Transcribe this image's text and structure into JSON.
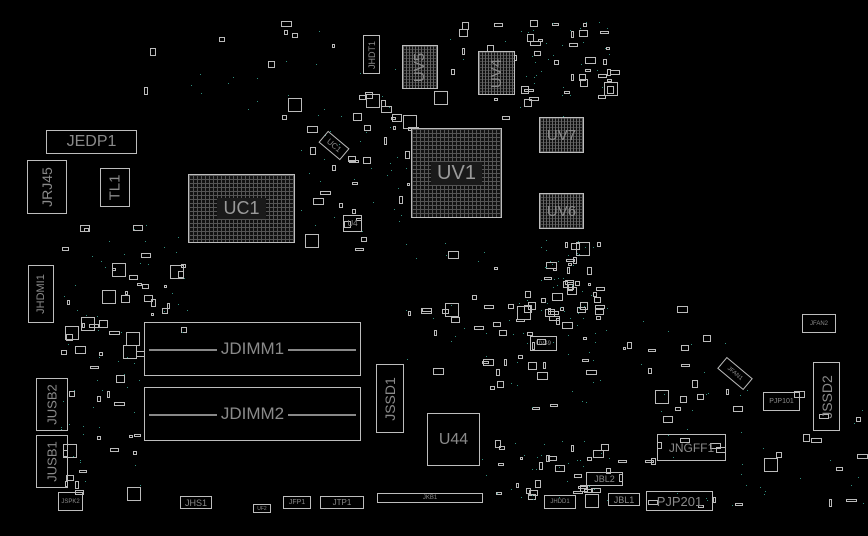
{
  "board": {
    "background": "#000000",
    "outline_color": "#bdbdbd",
    "components": {
      "jedp1": "JEDP1",
      "jrj45": "JRJ45",
      "tl1": "TL1",
      "uc1": "UC1",
      "uc1_small": "UC1",
      "jhdt1": "JHDT1",
      "uv5": "UV5",
      "uv4": "UV4",
      "uv1": "UV1",
      "uv7": "UV7",
      "uv6": "UV6",
      "u4": "U4",
      "jhdmi1": "JHDMI1",
      "jdimm1": "JDIMM1",
      "jdimm2": "JDIMM2",
      "jusb2": "JUSB2",
      "jusb1": "JUSB1",
      "jspk2": "JSPK2",
      "jhs1": "JHS1",
      "uf2": "UF2",
      "jfp1": "JFP1",
      "jtp1": "JTP1",
      "jssd1": "JSSD1",
      "u44": "U44",
      "jkb1": "JKB1",
      "jhdd1": "JHDD1",
      "jbl2": "JBL2",
      "jbl1": "JBL1",
      "pjp201": "PJP201",
      "jngff1": "JNGFF1",
      "pjp101": "PJP101",
      "jssd2": "JSSD2",
      "jfan1": "JFAN1",
      "jfan2": "JFAN2",
      "uv49": "UV49"
    }
  }
}
